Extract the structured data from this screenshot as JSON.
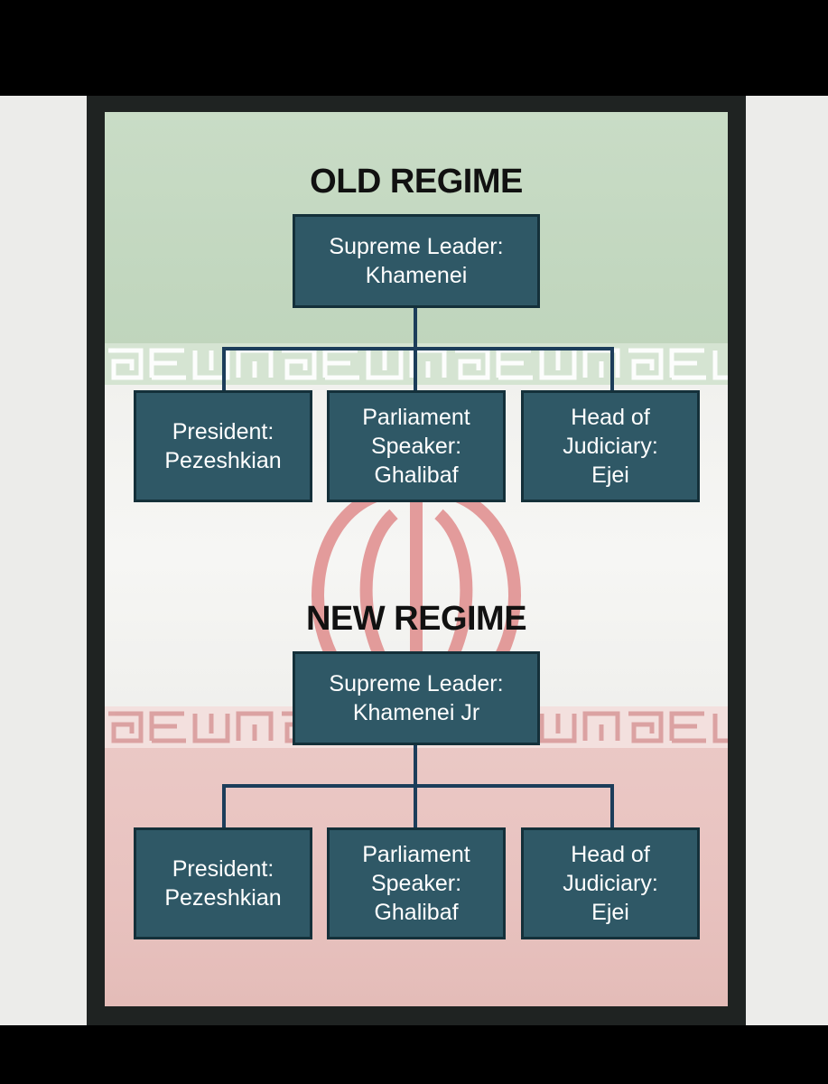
{
  "old_regime": {
    "title": "OLD REGIME",
    "leader": {
      "line1": "Supreme Leader:",
      "line2": "Khamenei"
    },
    "president": {
      "line1": "President:",
      "line2": "Pezeshkian"
    },
    "speaker": {
      "line1": "Parliament",
      "line2": "Speaker:",
      "line3": "Ghalibaf"
    },
    "judiciary": {
      "line1": "Head of",
      "line2": "Judiciary:",
      "line3": "Ejei"
    }
  },
  "new_regime": {
    "title": "NEW REGIME",
    "leader": {
      "line1": "Supreme Leader:",
      "line2": "Khamenei Jr"
    },
    "president": {
      "line1": "President:",
      "line2": "Pezeshkian"
    },
    "speaker": {
      "line1": "Parliament",
      "line2": "Speaker:",
      "line3": "Ghalibaf"
    },
    "judiciary": {
      "line1": "Head of",
      "line2": "Judiciary:",
      "line3": "Ejei"
    }
  },
  "colors": {
    "box_fill": "#2f5866",
    "box_border": "#14303a",
    "connector": "#1c3d5a",
    "flag_green": "#c2d7bf",
    "flag_white": "#f6f6f4",
    "flag_red": "#e8c2bf",
    "emblem": "#e08c8c"
  },
  "icons": [
    "iran-emblem-icon",
    "kufic-pattern-band"
  ]
}
